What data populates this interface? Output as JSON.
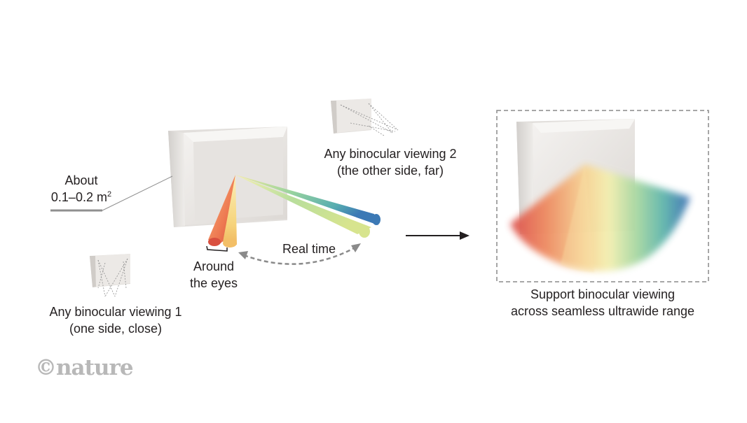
{
  "labels": {
    "about_line1": "About",
    "about_line2": "0.1–0.2 m",
    "about_sup": "2",
    "around_line1": "Around",
    "around_line2": "the eyes",
    "real_time": "Real time",
    "view1_line1": "Any binocular viewing 1",
    "view1_line2": "(one side, close)",
    "view2_line1": "Any binocular viewing 2",
    "view2_line2": "(the other side, far)",
    "support_line1": "Support binocular viewing",
    "support_line2": "across seamless ultrawide range"
  },
  "logo": "©nature",
  "colors": {
    "red": "#e25a4a",
    "orange": "#f4a55d",
    "yellow": "#f6eaa4",
    "green": "#74c7a2",
    "blue": "#3d7bb8",
    "arrow": "#231f20",
    "dashed": "#8a8a8a",
    "panel": "#e9e6e3",
    "logo": "#b8b8b8"
  },
  "icons": [
    "display-panel-icon",
    "light-cone-icon",
    "curved-double-arrow-icon",
    "right-arrow-icon"
  ]
}
